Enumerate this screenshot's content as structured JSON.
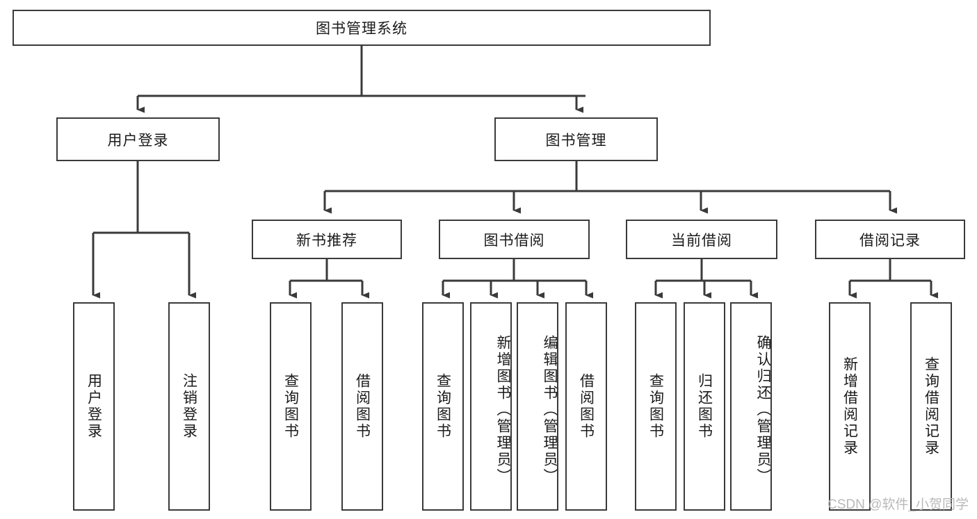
{
  "diagram": {
    "type": "hierarchy-tree",
    "title": "图书管理系统",
    "watermark": "CSDN @软件_小贺同学",
    "colors": {
      "box_border": "#3a3a3a",
      "box_fill": "#ffffff",
      "connector": "#3a3a3a",
      "text": "#1a1a1a",
      "watermark": "#b9b9b9"
    },
    "levels": {
      "root": "图书管理系统",
      "level2": [
        "用户登录",
        "图书管理"
      ],
      "level3": [
        "新书推荐",
        "图书借阅",
        "当前借阅",
        "借阅记录"
      ],
      "leaves": [
        "用户登录",
        "注销登录",
        "查询图书",
        "借阅图书",
        "查询图书",
        "新增图书（管理员）",
        "编辑图书（管理员）",
        "借阅图书",
        "查询图书",
        "归还图书",
        "确认归还（管理员）",
        "新增借阅记录",
        "查询借阅记录"
      ]
    },
    "nodes": {
      "root": {
        "label": "图书管理系统"
      },
      "user_login": {
        "label": "用户登录"
      },
      "book_manage": {
        "label": "图书管理"
      },
      "new_book_rec": {
        "label": "新书推荐"
      },
      "book_borrow": {
        "label": "图书借阅"
      },
      "current_borrow": {
        "label": "当前借阅"
      },
      "borrow_record": {
        "label": "借阅记录"
      },
      "leaf_user_login": {
        "label": "用户登录"
      },
      "leaf_logout": {
        "label": "注销登录"
      },
      "leaf_query_book_1": {
        "label": "查询图书"
      },
      "leaf_borrow_book_1": {
        "label": "借阅图书"
      },
      "leaf_query_book_2": {
        "label": "查询图书"
      },
      "leaf_add_book": {
        "label": "新增图书（管理员）"
      },
      "leaf_edit_book": {
        "label": "编辑图书（管理员）"
      },
      "leaf_borrow_book_2": {
        "label": "借阅图书"
      },
      "leaf_query_book_3": {
        "label": "查询图书"
      },
      "leaf_return_book": {
        "label": "归还图书"
      },
      "leaf_confirm_return": {
        "label": "确认归还（管理员）"
      },
      "leaf_add_record": {
        "label": "新增借阅记录"
      },
      "leaf_query_record": {
        "label": "查询借阅记录"
      }
    },
    "edges": [
      {
        "from": "root",
        "to": "user_login"
      },
      {
        "from": "root",
        "to": "book_manage"
      },
      {
        "from": "user_login",
        "to": "leaf_user_login"
      },
      {
        "from": "user_login",
        "to": "leaf_logout"
      },
      {
        "from": "book_manage",
        "to": "new_book_rec"
      },
      {
        "from": "book_manage",
        "to": "book_borrow"
      },
      {
        "from": "book_manage",
        "to": "current_borrow"
      },
      {
        "from": "book_manage",
        "to": "borrow_record"
      },
      {
        "from": "new_book_rec",
        "to": "leaf_query_book_1"
      },
      {
        "from": "new_book_rec",
        "to": "leaf_borrow_book_1"
      },
      {
        "from": "book_borrow",
        "to": "leaf_query_book_2"
      },
      {
        "from": "book_borrow",
        "to": "leaf_add_book"
      },
      {
        "from": "book_borrow",
        "to": "leaf_edit_book"
      },
      {
        "from": "book_borrow",
        "to": "leaf_borrow_book_2"
      },
      {
        "from": "current_borrow",
        "to": "leaf_query_book_3"
      },
      {
        "from": "current_borrow",
        "to": "leaf_return_book"
      },
      {
        "from": "current_borrow",
        "to": "leaf_confirm_return"
      },
      {
        "from": "borrow_record",
        "to": "leaf_add_record"
      },
      {
        "from": "borrow_record",
        "to": "leaf_query_record"
      }
    ]
  }
}
